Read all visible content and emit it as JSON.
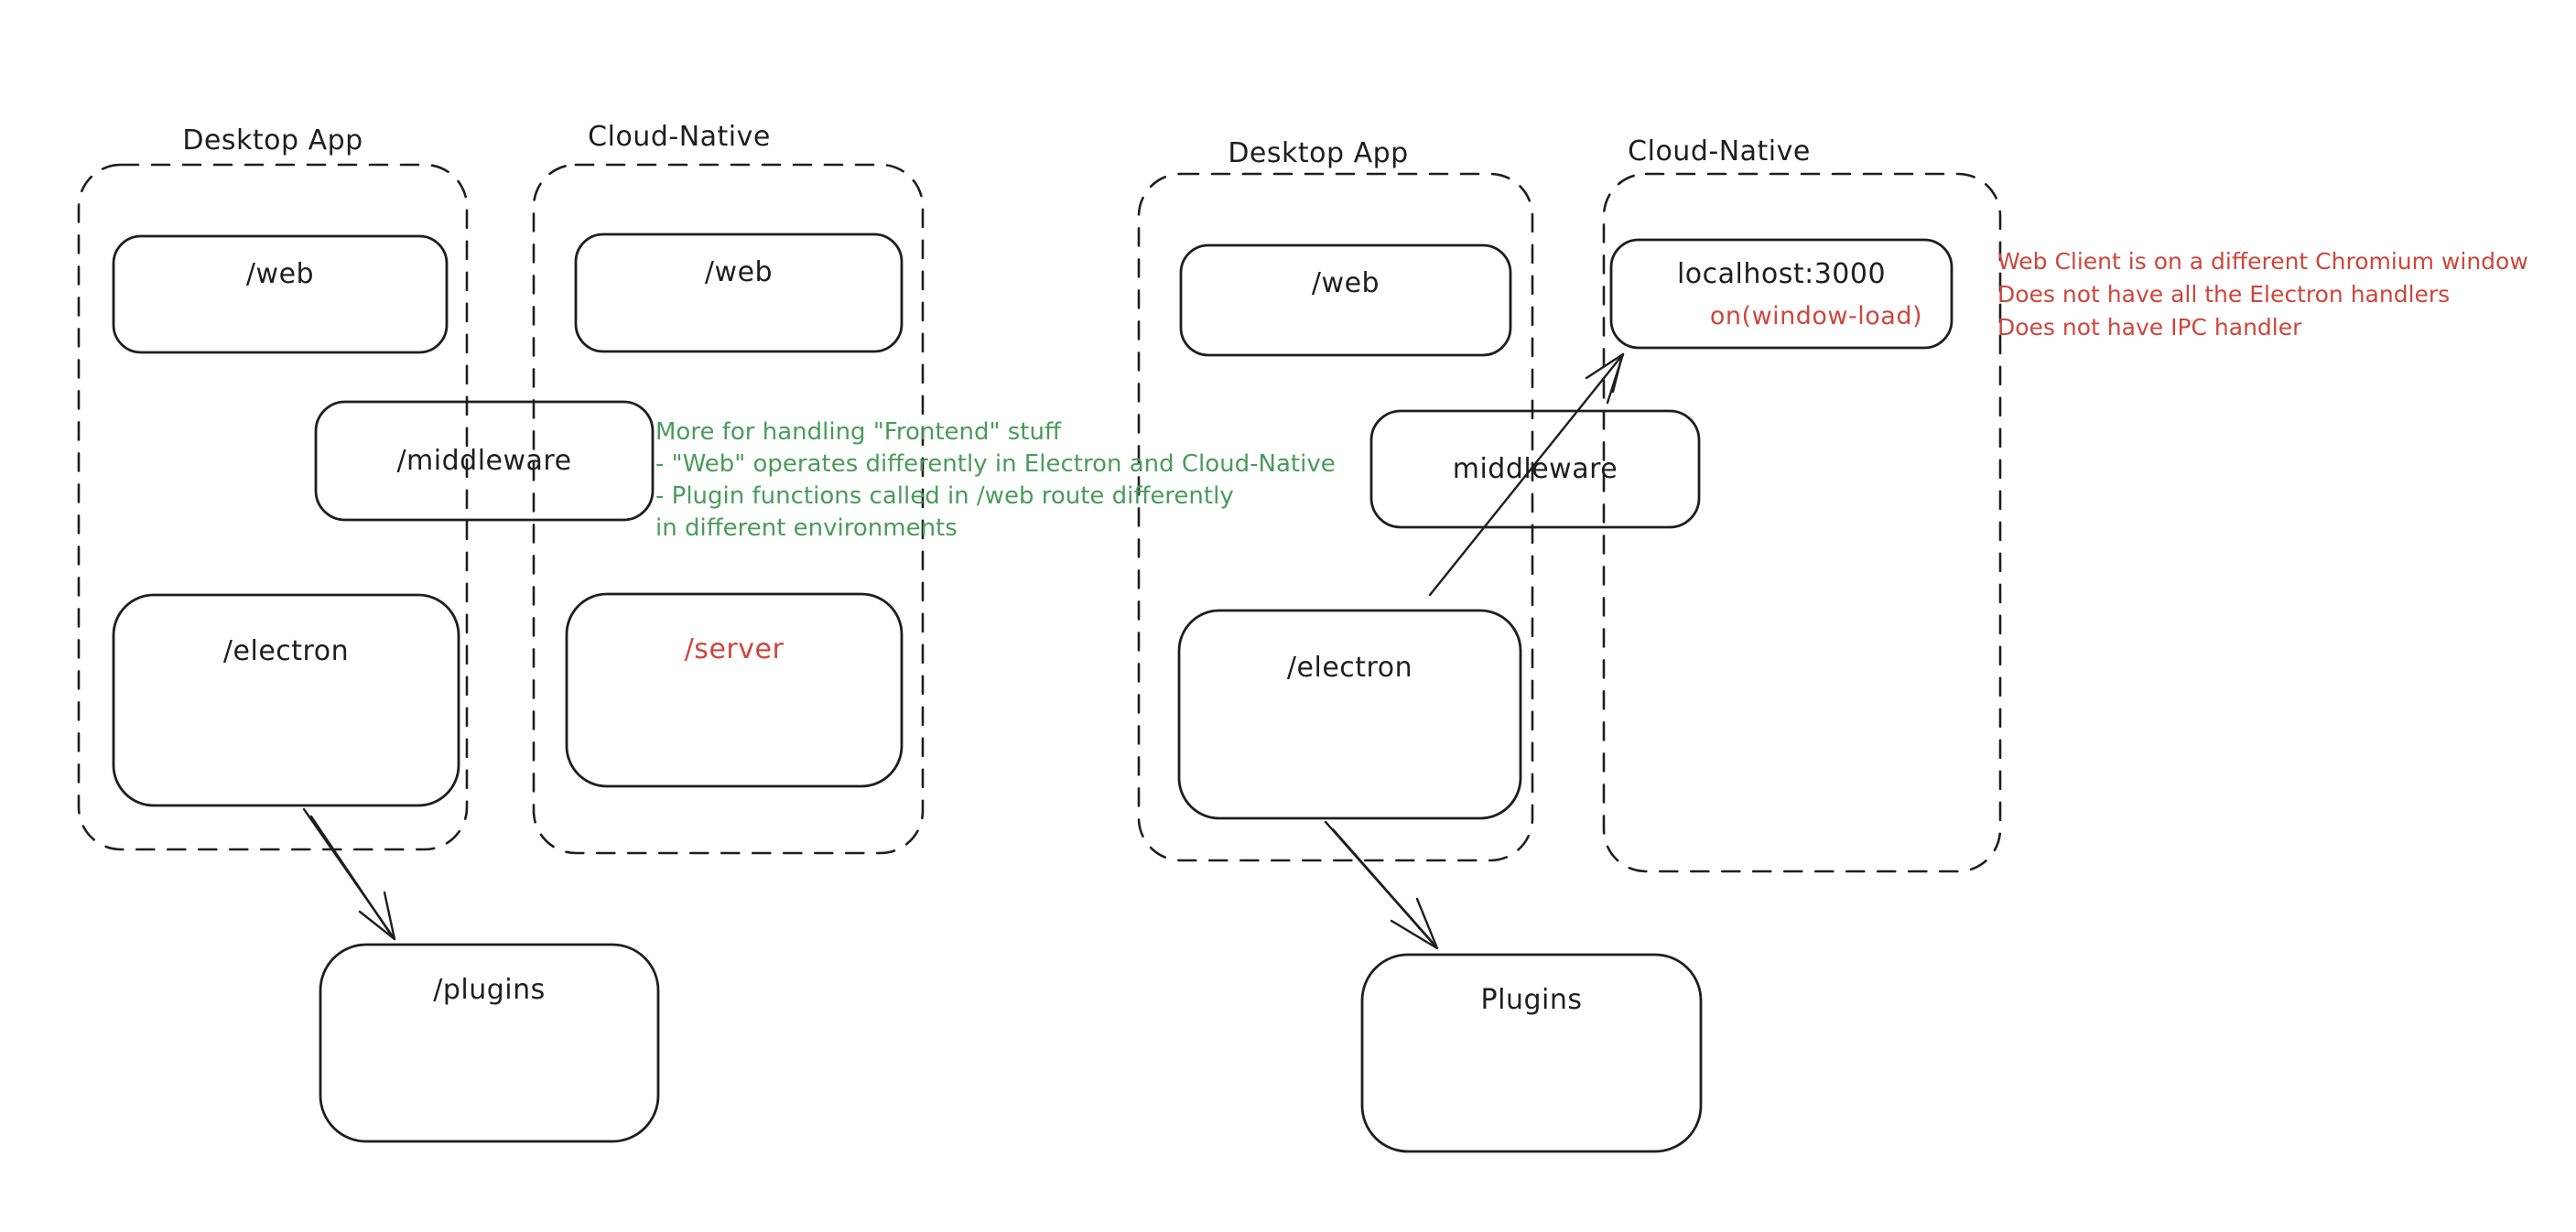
{
  "colors": {
    "ink": "#1e1e1e",
    "green": "#4a9b5a",
    "red": "#cd463c",
    "bg": "#ffffff"
  },
  "left_diagram": {
    "desktop_container_label": "Desktop App",
    "cloud_container_label": "Cloud-Native",
    "web_desktop_label": "/web",
    "web_cloud_label": "/web",
    "middleware_label": "/middleware",
    "electron_label": "/electron",
    "server_label": "/server",
    "plugins_label": "/plugins",
    "note_green": {
      "lines": [
        "More for handling \"Frontend\" stuff",
        "- \"Web\" operates differently in Electron and Cloud-Native",
        "- Plugin functions called in /web route differently",
        "in different environments"
      ]
    }
  },
  "right_diagram": {
    "desktop_container_label": "Desktop App",
    "cloud_container_label": "Cloud-Native",
    "web_label": "/web",
    "localhost_label": "localhost:3000",
    "window_load_label": "on(window-load)",
    "middleware_label": "middleware",
    "electron_label": "/electron",
    "plugins_label": "Plugins",
    "note_red": {
      "lines": [
        "Web Client is on a different Chromium window",
        "Does not have all the Electron handlers",
        "Does not have IPC handler"
      ]
    }
  }
}
